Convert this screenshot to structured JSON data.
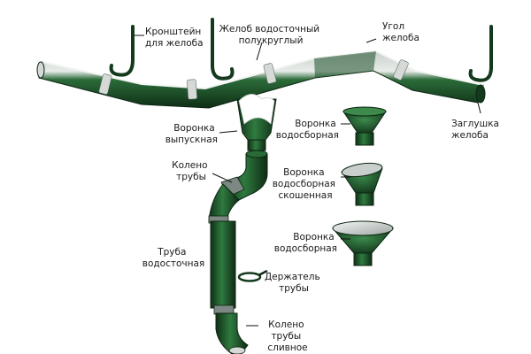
{
  "labels": {
    "bracket": [
      "Кронштейн",
      "для желоба"
    ],
    "gutter": [
      "Желоб водосточный",
      "полукруглый"
    ],
    "corner": [
      "Угол",
      "желоба"
    ],
    "cap": [
      "Заглушка",
      "желоба"
    ],
    "outlet_funnel": [
      "Воронка",
      "выпускная"
    ],
    "collector_funnel": [
      "Воронка",
      "водосборная"
    ],
    "elbow": [
      "Колено",
      "трубы"
    ],
    "collector_funnel_beveled": [
      "Воронка",
      "водосборная",
      "скошенная"
    ],
    "collector_funnel_wide": [
      "Воронка",
      "водосборная"
    ],
    "downpipe": [
      "Труба",
      "водосточная"
    ],
    "holder": [
      "Держатель",
      "трубы"
    ],
    "drain_elbow": [
      "Колено",
      "трубы",
      "сливное"
    ]
  },
  "colors": {
    "green_dark": "#12361c",
    "green": "#1f5a2c",
    "green_light": "#3c8a4c",
    "silver": "#c9cfcc",
    "white": "#ffffff"
  }
}
